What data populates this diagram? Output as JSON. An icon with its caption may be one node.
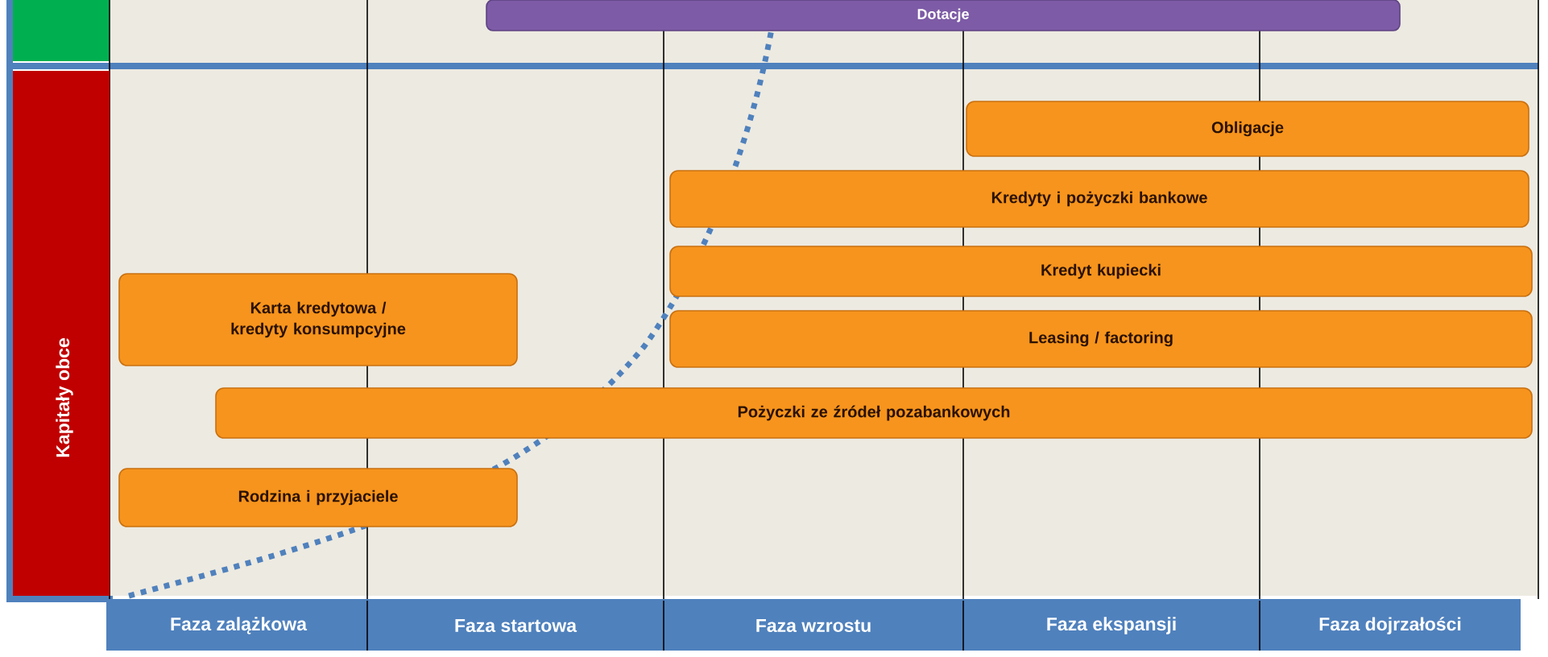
{
  "diagram": {
    "nodes": [
      {
        "text": [
          "Dotacje"
        ]
      },
      {
        "text": [
          "Obligacje"
        ]
      },
      {
        "text": [
          "Kredyty i pożyczki bankowe"
        ]
      },
      {
        "text": [
          "Kredyt kupiecki"
        ]
      },
      {
        "text": [
          "Leasing / factoring"
        ]
      },
      {
        "text": [
          "Karta kredytowa / kredyty konsumpcyjne"
        ]
      },
      {
        "text": [
          "Pożyczki ze źródeł pozabankowych"
        ]
      },
      {
        "text": [
          "Rodzina i przyjaciele"
        ]
      },
      {
        "text": [
          "Kapitały obce"
        ]
      },
      {
        "text": [
          "Faza zalążkowa"
        ]
      },
      {
        "text": [
          "Faza startowa"
        ]
      },
      {
        "text": [
          "Faza wzrostu"
        ]
      },
      {
        "text": [
          "Faza ekspansji"
        ]
      },
      {
        "text": [
          "Faza dojrzałości"
        ]
      }
    ]
  }
}
